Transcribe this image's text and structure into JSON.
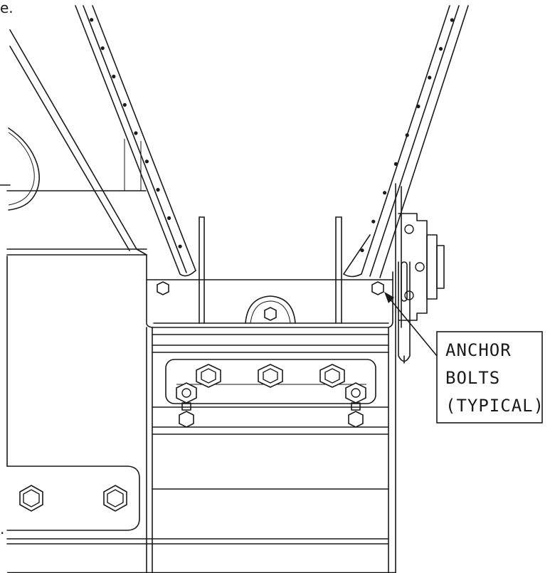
{
  "callout": {
    "lines": [
      "ANCHOR",
      "BOLTS",
      "(TYPICAL)"
    ]
  },
  "edge_fragments": {
    "top_left": "e.",
    "bottom_left": "."
  }
}
